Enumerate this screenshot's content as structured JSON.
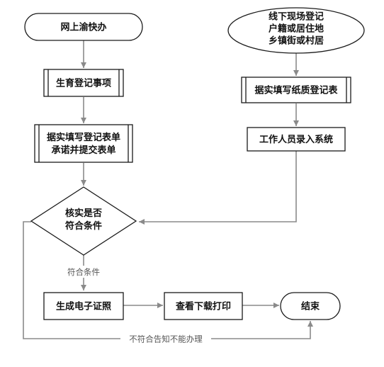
{
  "nodes": {
    "online": {
      "label": "网上渝快办"
    },
    "offline": {
      "lines": [
        "线下现场登记",
        "户籍或居住地",
        "乡镇街或村居"
      ]
    },
    "birth_register": {
      "label": "生育登记事项"
    },
    "fill_online": {
      "lines": [
        "据实填写登记表单",
        "承诺并提交表单"
      ]
    },
    "fill_paper": {
      "label": "据实填写纸质登记表"
    },
    "staff_entry": {
      "label": "工作人员录入系统"
    },
    "check": {
      "lines": [
        "核实是否",
        "符合条件"
      ]
    },
    "generate": {
      "label": "生成电子证照"
    },
    "print": {
      "label": "查看下载打印"
    },
    "end": {
      "label": "结束"
    }
  },
  "edges": {
    "meets": {
      "label": "符合条件"
    },
    "not_meets": {
      "label": "不符合告知不能办理"
    }
  },
  "colors": {
    "stroke": "#1a1a1a",
    "arrow": "#8a8a8a"
  }
}
